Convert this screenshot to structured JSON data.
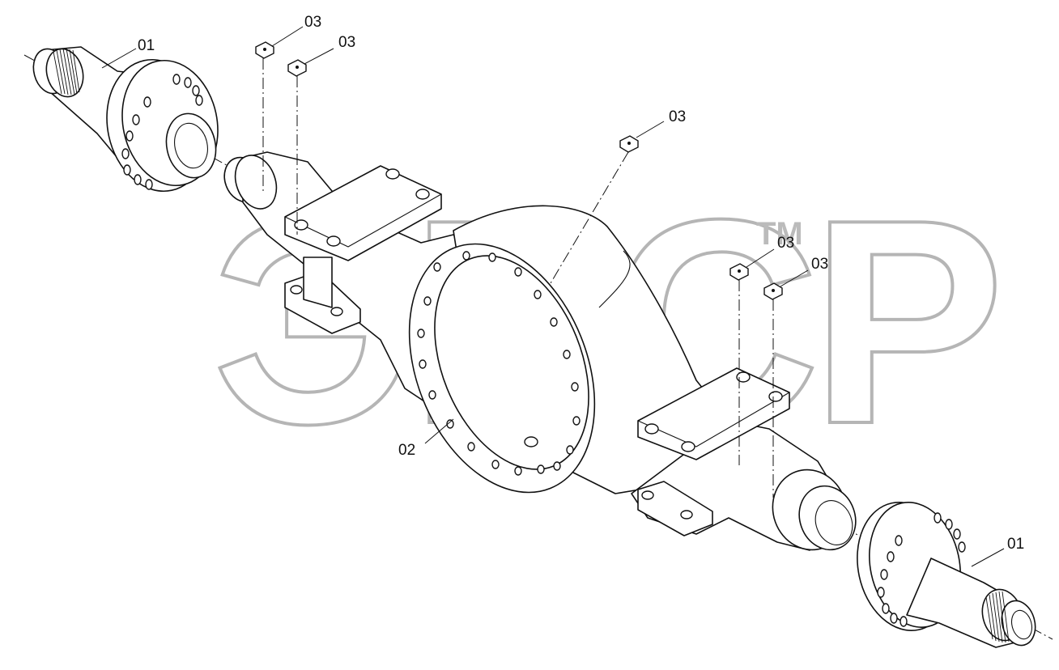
{
  "diagram": {
    "watermark_text": "ЭПСР",
    "trademark": "TM",
    "callouts": {
      "axle_shaft_left": "01",
      "axle_shaft_right": "01",
      "axle_housing": "02",
      "plug_1": "03",
      "plug_2": "03",
      "plug_3": "03",
      "plug_4": "03",
      "plug_5": "03"
    }
  }
}
